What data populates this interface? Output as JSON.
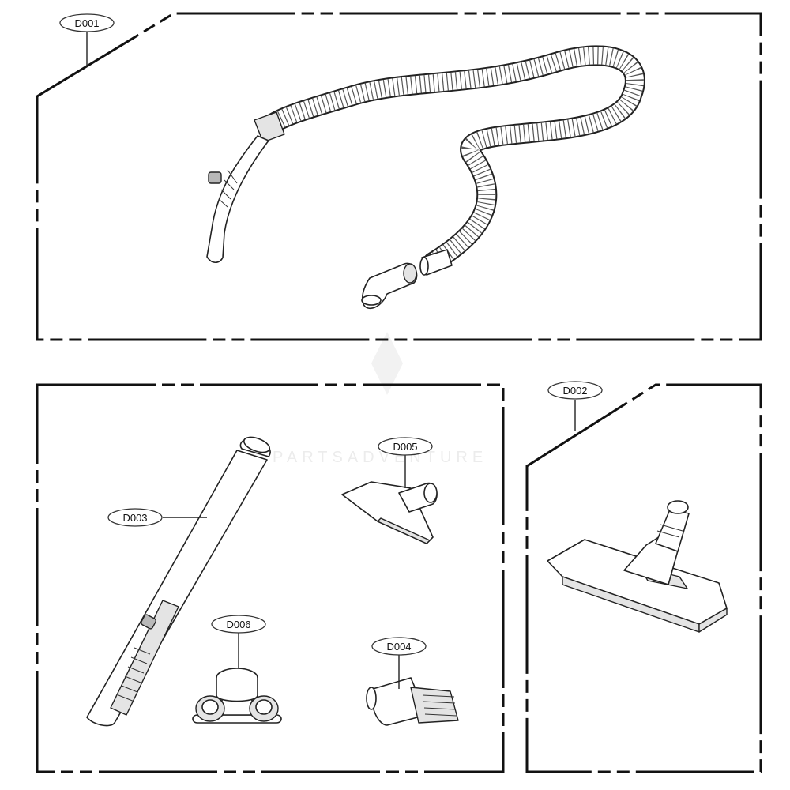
{
  "diagram": {
    "parts": [
      {
        "id": "D001"
      },
      {
        "id": "D002"
      },
      {
        "id": "D003"
      },
      {
        "id": "D004"
      },
      {
        "id": "D005"
      },
      {
        "id": "D006"
      }
    ],
    "watermark": "PARTSADVENTURE"
  }
}
